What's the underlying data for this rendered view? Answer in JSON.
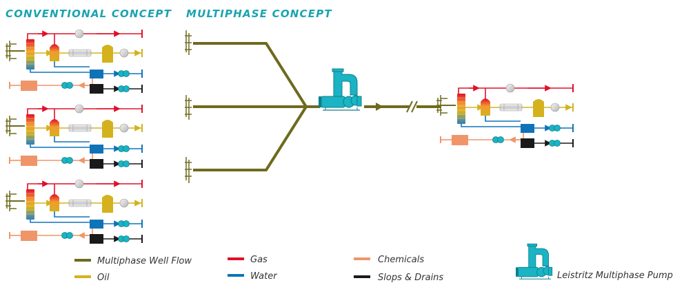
{
  "titles": {
    "conventional": "CONVENTIONAL CONCEPT",
    "multiphase": "MULTIPHASE CONCEPT"
  },
  "legend": {
    "multiphase_well_flow": "Multiphase Well Flow",
    "oil": "Oil",
    "gas": "Gas",
    "water": "Water",
    "chemicals": "Chemicals",
    "slops_drains": "Slops & Drains",
    "pump": "Leistritz Multiphase Pump"
  },
  "colors": {
    "well_flow": "#6e6a1e",
    "gas": "#e0102a",
    "oil": "#d4b21e",
    "water": "#0f73b8",
    "chemicals": "#f0956a",
    "slops": "#1a1a1a",
    "pump": "#1ab4c4",
    "title": "#1aa3b0"
  },
  "icons": {
    "wellhead": "wellhead-icon",
    "separator": "separator-column-icon",
    "heat_exchanger": "heat-exchanger-icon",
    "storage_tank": "storage-tank-icon",
    "meter": "flow-meter-icon",
    "pump": "multiphase-pump-icon"
  }
}
